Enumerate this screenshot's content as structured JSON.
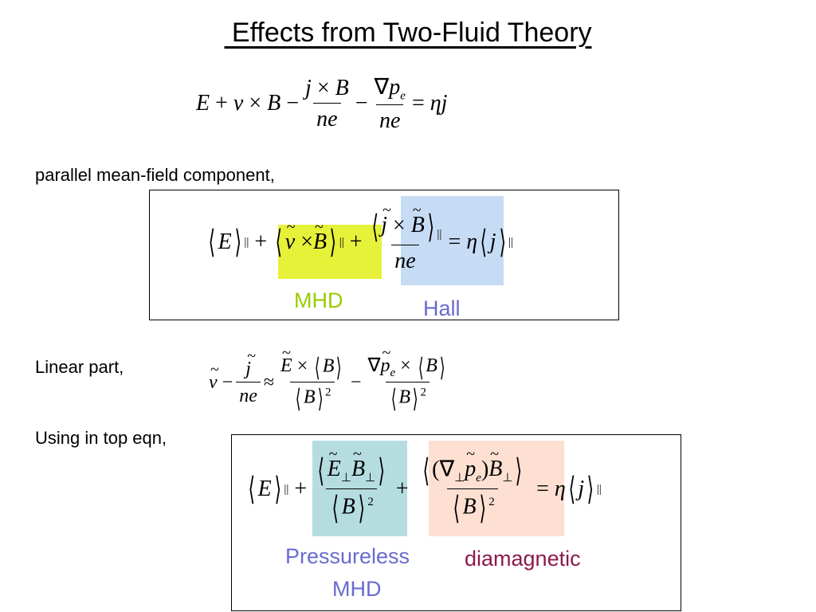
{
  "slide": {
    "title": " Effects from Two-Fluid Theory",
    "label_parallel": "parallel mean-field component,",
    "label_linear": "Linear part,",
    "label_using": "Using in top eqn,",
    "annot_mhd": "MHD",
    "annot_hall": "Hall",
    "annot_pressureless_line1": "Pressureless",
    "annot_pressureless_line2": "MHD",
    "annot_diamagnetic": "diamagnetic"
  },
  "colors": {
    "highlight_mhd": "#e6f13a",
    "highlight_hall": "#c6dcf5",
    "highlight_pressureless": "#b5dde0",
    "highlight_diamagnetic": "#fde0d2",
    "text_mhd": "#99cc00",
    "text_hall": "#6a6ad0",
    "text_pressureless": "#6a6ad0",
    "text_diamagnetic": "#8b1a4a"
  }
}
